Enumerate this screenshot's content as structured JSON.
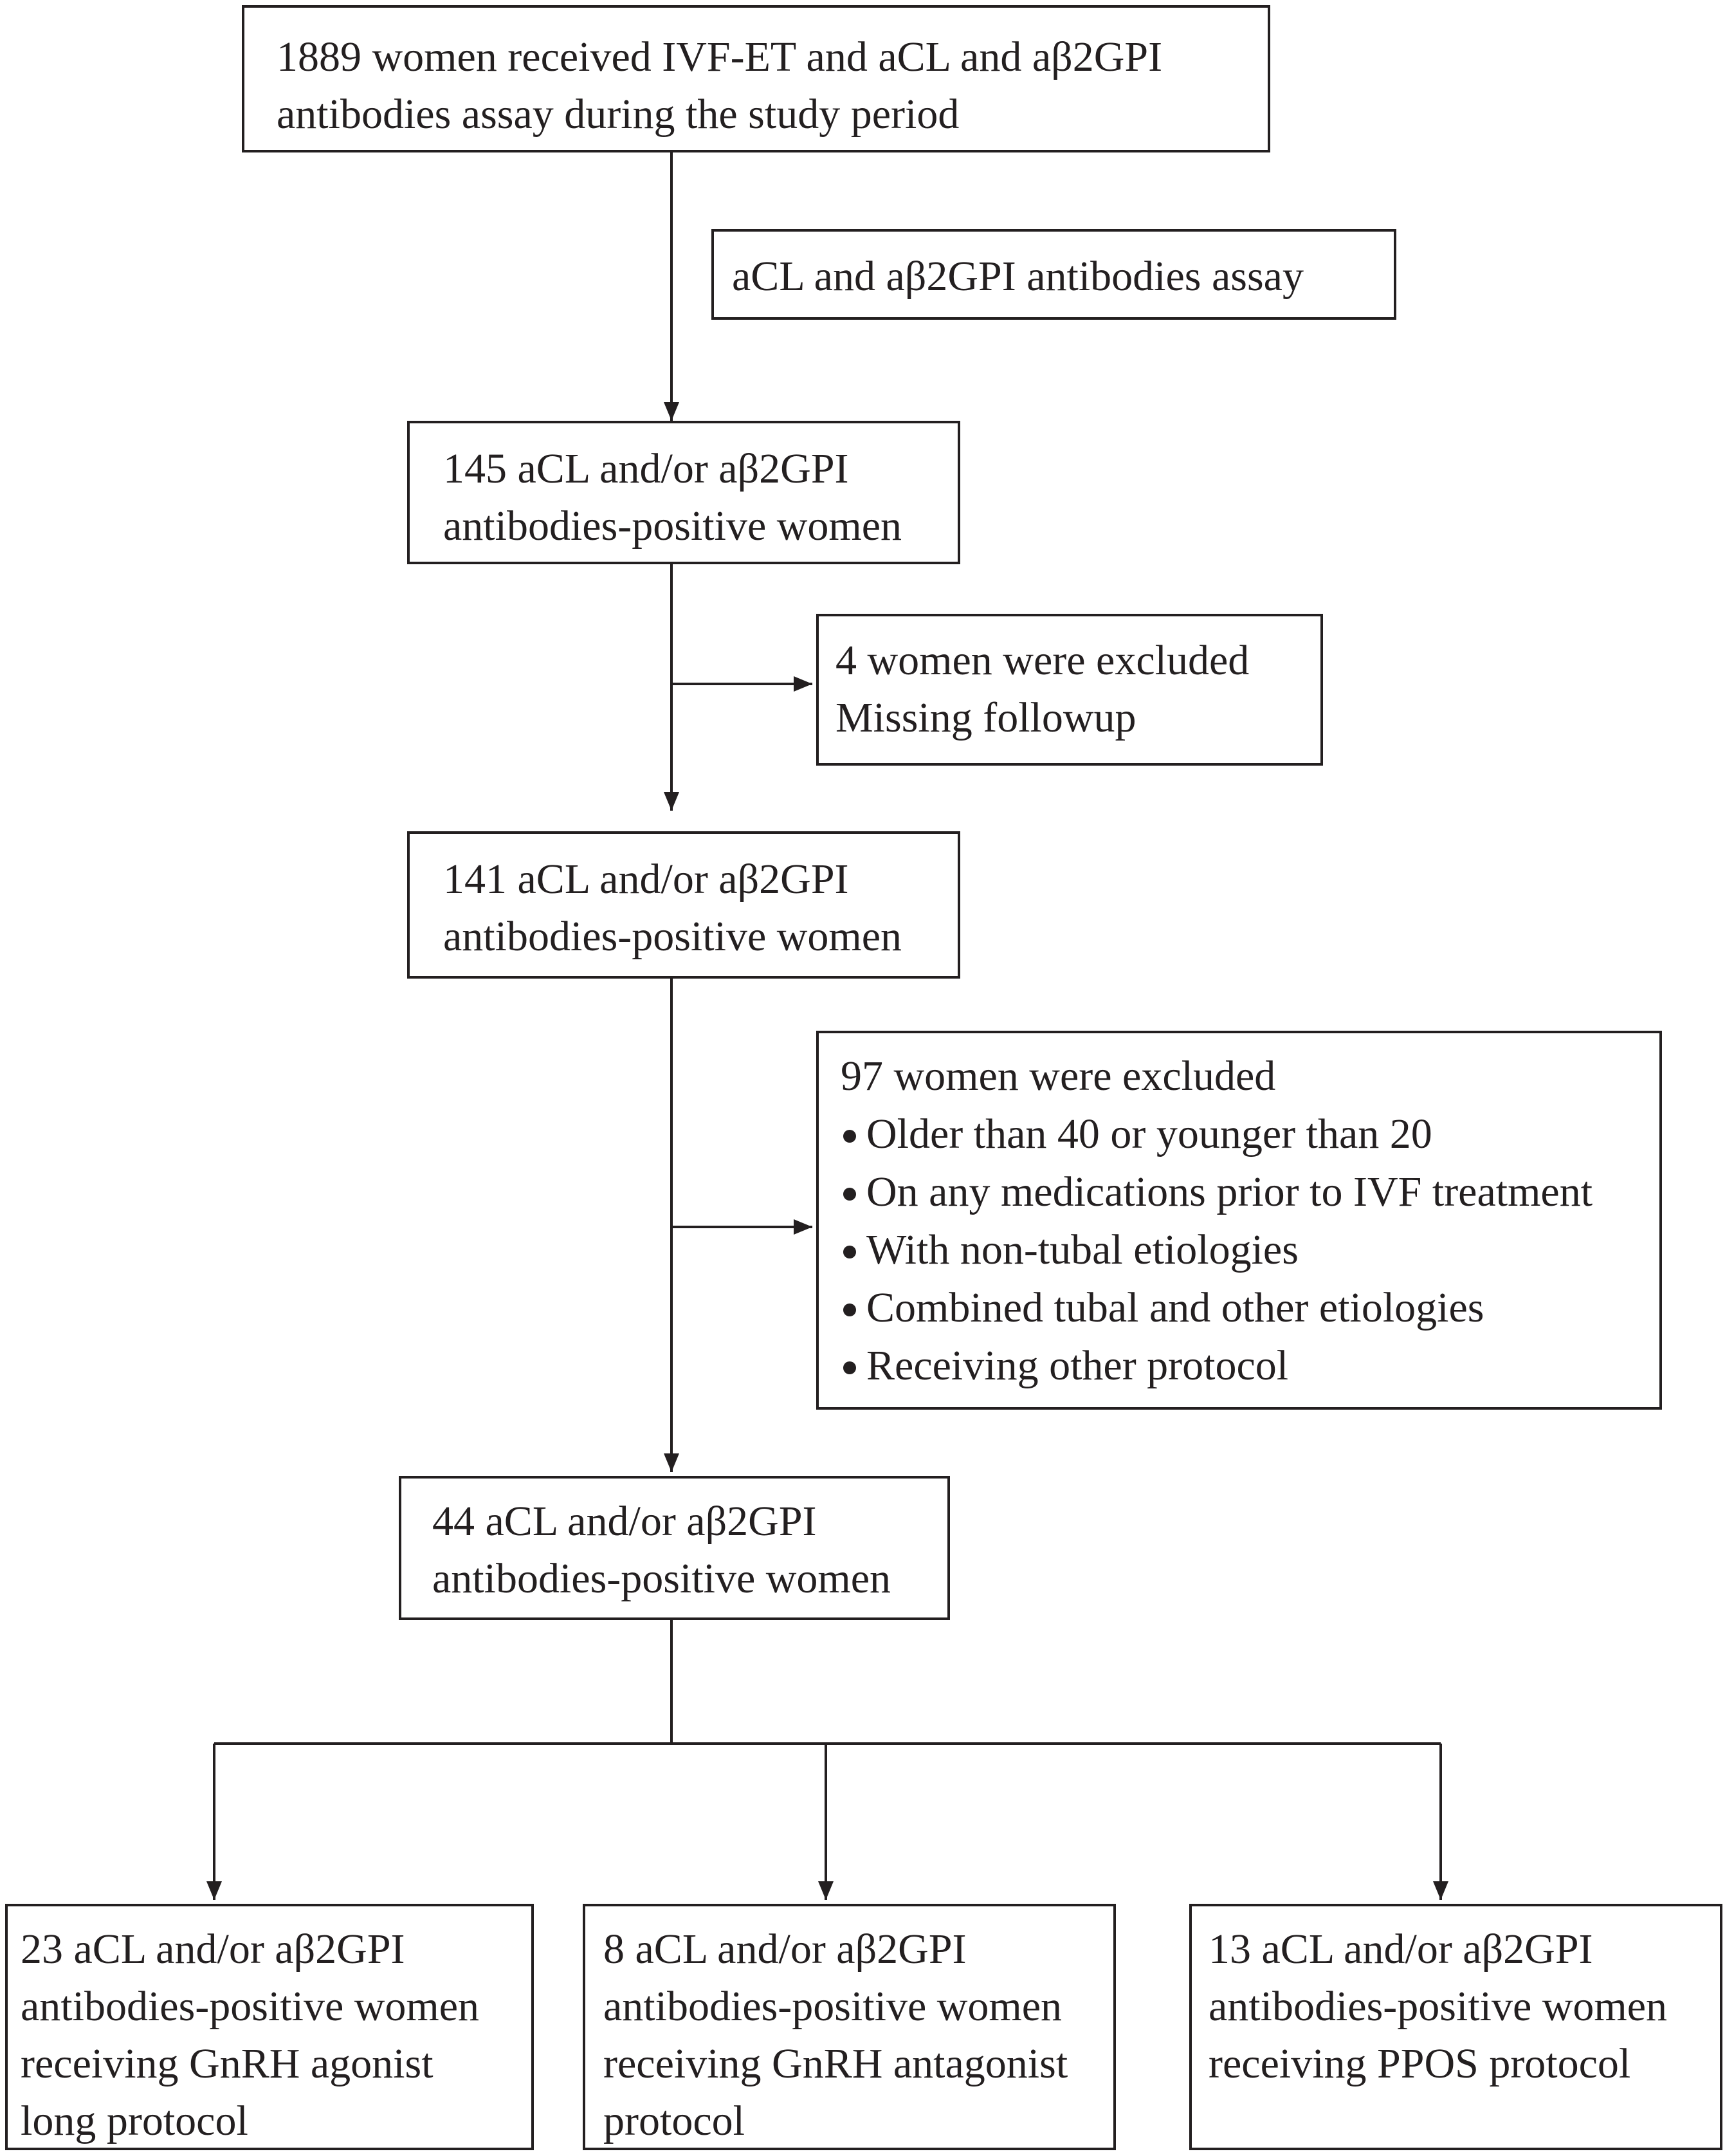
{
  "boxes": {
    "start": {
      "lines": [
        "1889 women received IVF-ET and aCL and aβ2GPI",
        "antibodies assay during the study period"
      ]
    },
    "assay": {
      "lines": [
        "aCL and aβ2GPI antibodies assay"
      ]
    },
    "positive_145": {
      "lines": [
        "145 aCL and/or aβ2GPI",
        "antibodies-positive women"
      ]
    },
    "excluded_4": {
      "lines": [
        "4 women were excluded",
        "Missing followup"
      ]
    },
    "positive_141": {
      "lines": [
        "141 aCL and/or aβ2GPI",
        "antibodies-positive women"
      ]
    },
    "excluded_97": {
      "title": "97 women were excluded",
      "criteria": [
        "Older than 40 or younger than 20",
        "On any medications prior to IVF treatment",
        "With non-tubal etiologies",
        "Combined tubal and other etiologies",
        "Receiving other protocol"
      ]
    },
    "positive_44": {
      "lines": [
        "44 aCL and/or aβ2GPI",
        "antibodies-positive women"
      ]
    },
    "group_agonist": {
      "lines": [
        "23 aCL and/or aβ2GPI",
        "antibodies-positive women",
        "receiving GnRH agonist",
        "long protocol"
      ]
    },
    "group_antagonist": {
      "lines": [
        "8 aCL and/or aβ2GPI",
        "antibodies-positive women",
        "receiving GnRH antagonist",
        "protocol"
      ]
    },
    "group_ppos": {
      "lines": [
        "13 aCL and/or aβ2GPI",
        "antibodies-positive women",
        "receiving PPOS protocol"
      ]
    }
  }
}
